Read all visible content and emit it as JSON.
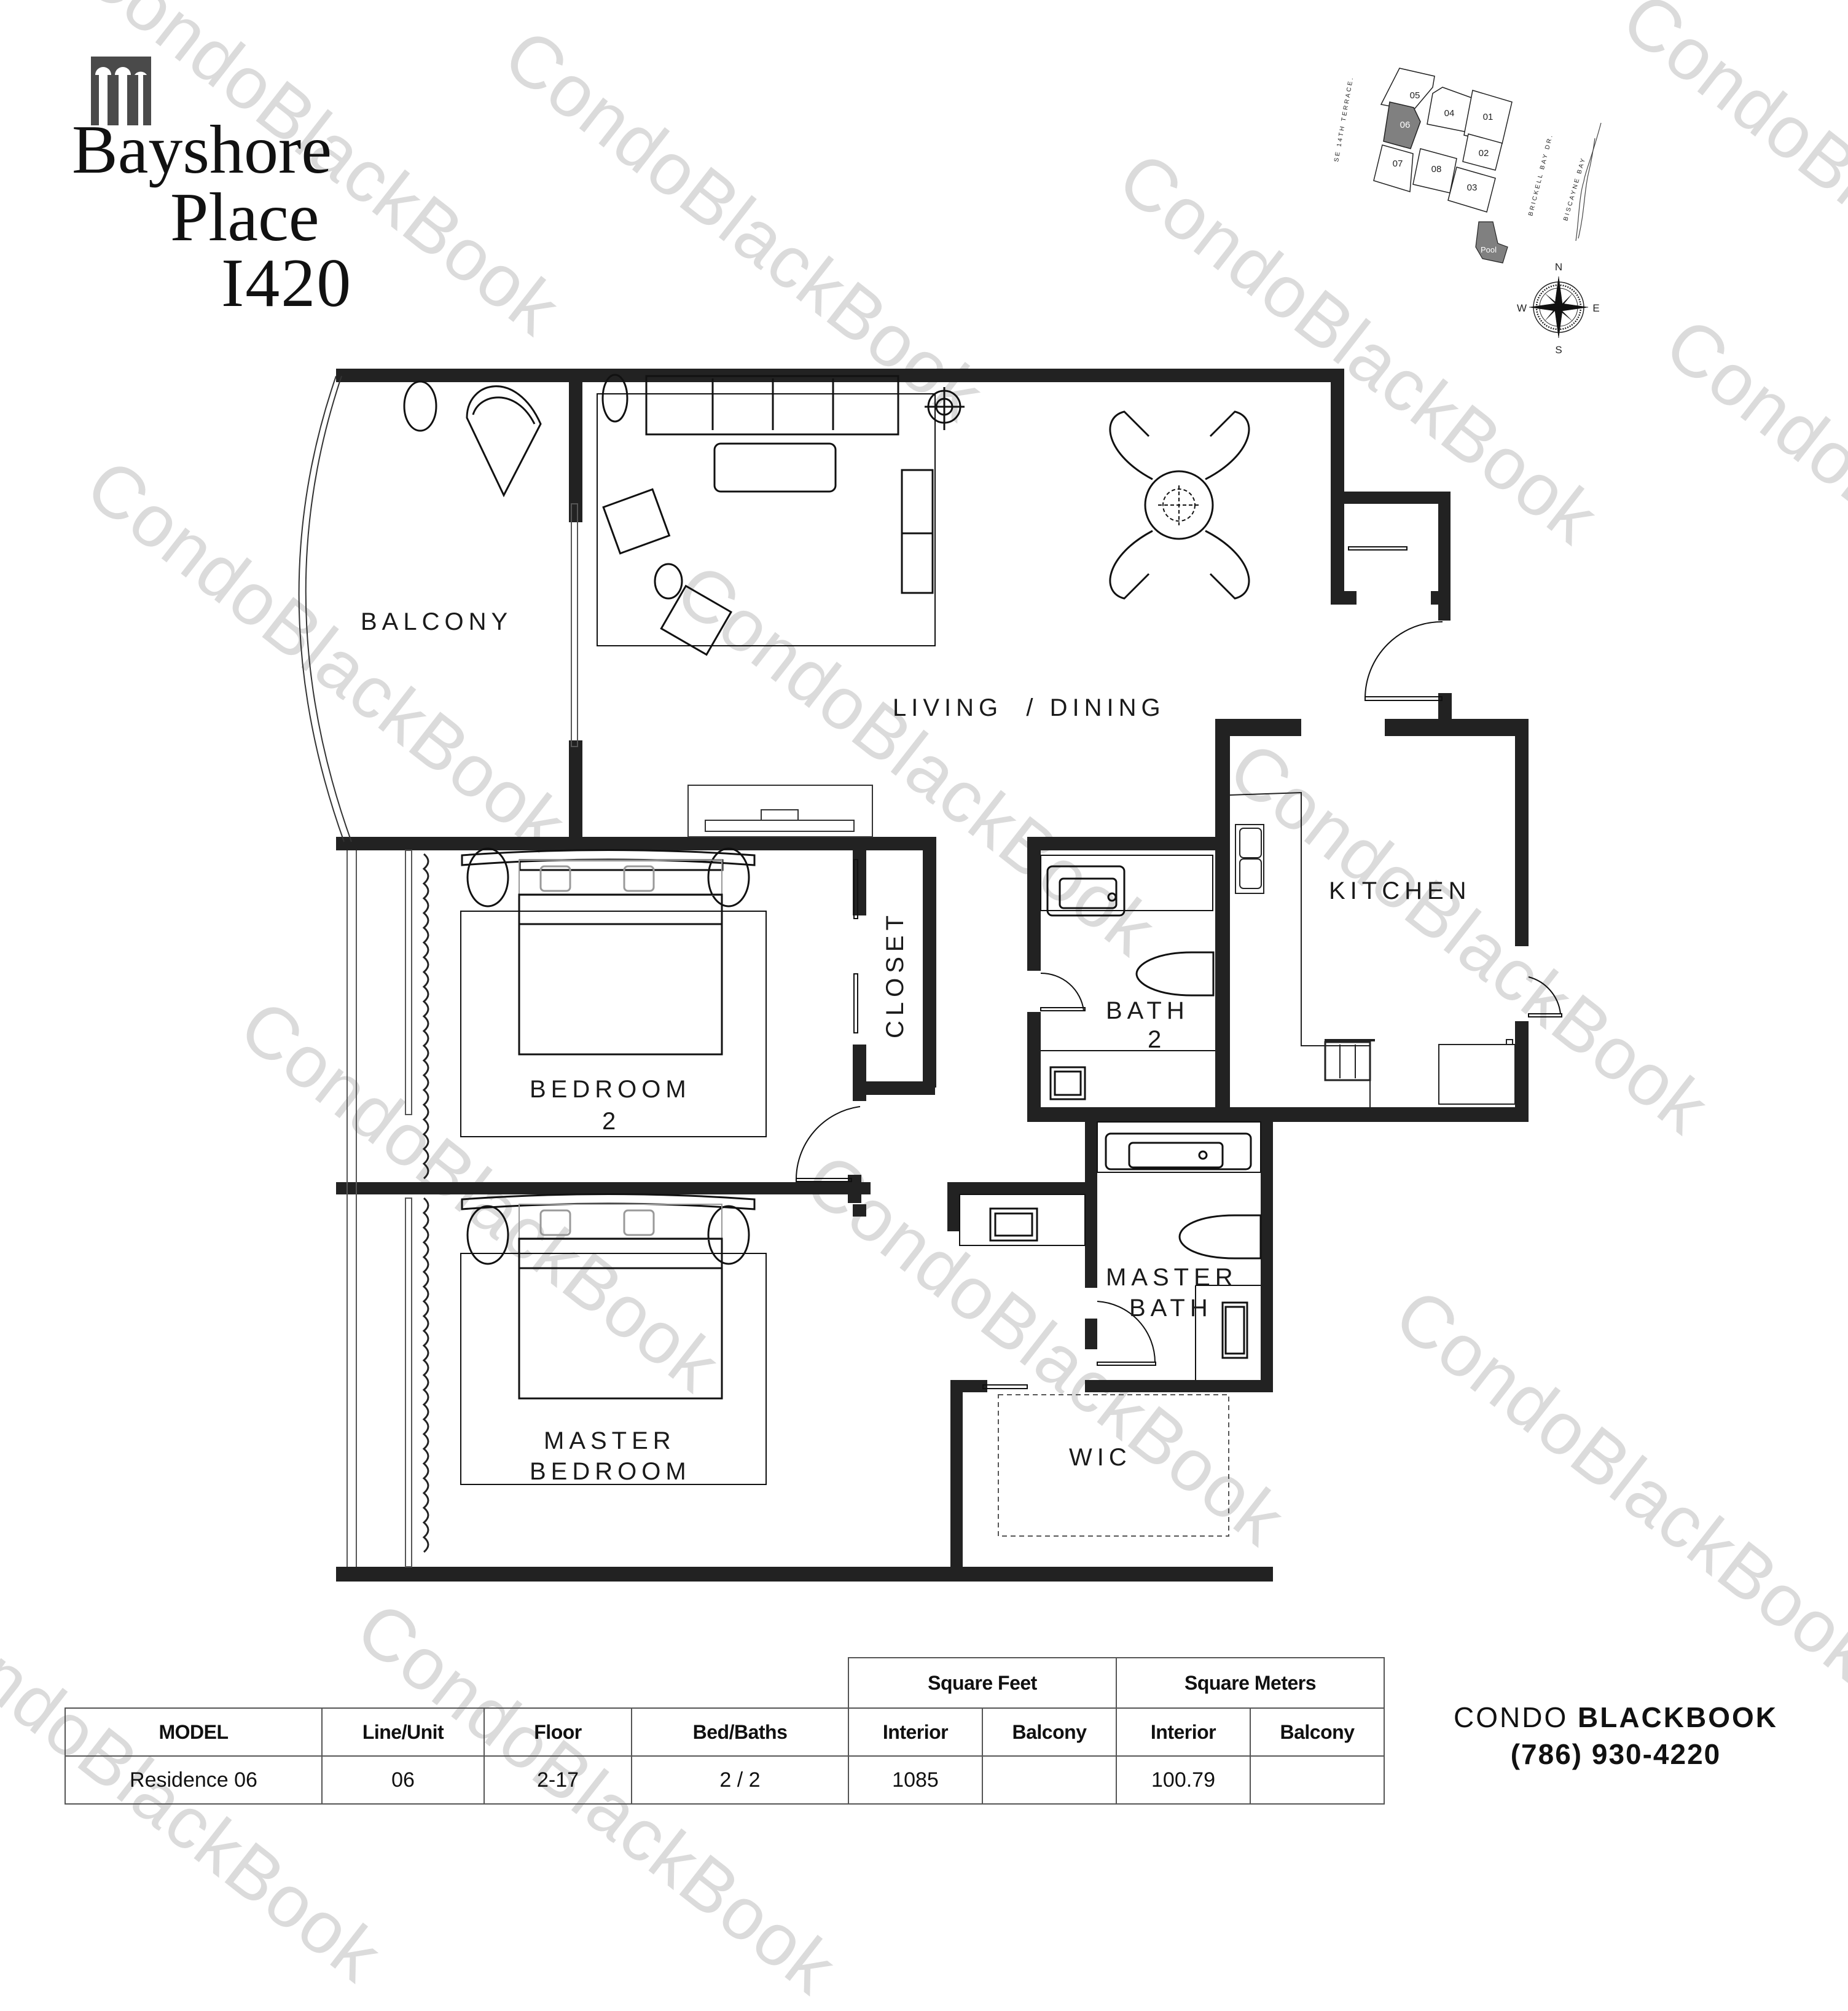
{
  "logo": {
    "line1": "Bayshore",
    "line2": "Place",
    "line3": "I420",
    "icon": "arch-columns-icon"
  },
  "floorplan": {
    "rooms": {
      "balcony": "BALCONY",
      "living_dining": "LIVING  / DINING",
      "kitchen": "KITCHEN",
      "bath2_line1": "BATH",
      "bath2_line2": "2",
      "closet": "CLOSET",
      "bedroom2_line1": "BEDROOM",
      "bedroom2_line2": "2",
      "master_bath_line1": "MASTER",
      "master_bath_line2": "BATH",
      "master_bedroom_line1": "MASTER",
      "master_bedroom_line2": "BEDROOM",
      "wic": "WIC"
    },
    "wall_color": "#222222"
  },
  "keyplan": {
    "units": [
      "05",
      "04",
      "01",
      "06",
      "02",
      "07",
      "08",
      "03"
    ],
    "highlighted_unit": "06",
    "highlight_color": "#808080",
    "pool_label": "Pool",
    "streets": {
      "west": "SE 14TH TERRACE.",
      "east": "BRICKELL BAY DR.",
      "water": "BISCAYNE BAY"
    },
    "compass": {
      "n": "N",
      "e": "E",
      "s": "S",
      "w": "W",
      "icon": "compass-rose-icon"
    }
  },
  "specs": {
    "group_headers": {
      "square_feet": "Square Feet",
      "square_meters": "Square Meters"
    },
    "columns": [
      "MODEL",
      "Line/Unit",
      "Floor",
      "Bed/Baths",
      "Interior",
      "Balcony",
      "Interior",
      "Balcony"
    ],
    "row": [
      "Residence 06",
      "06",
      "2-17",
      "2 / 2",
      "1085",
      "",
      "100.79",
      ""
    ]
  },
  "brand": {
    "name_light": "CONDO ",
    "name_bold": "BLACKBOOK",
    "phone": "(786) 930-4220"
  },
  "watermark": "CondoBlackBook"
}
